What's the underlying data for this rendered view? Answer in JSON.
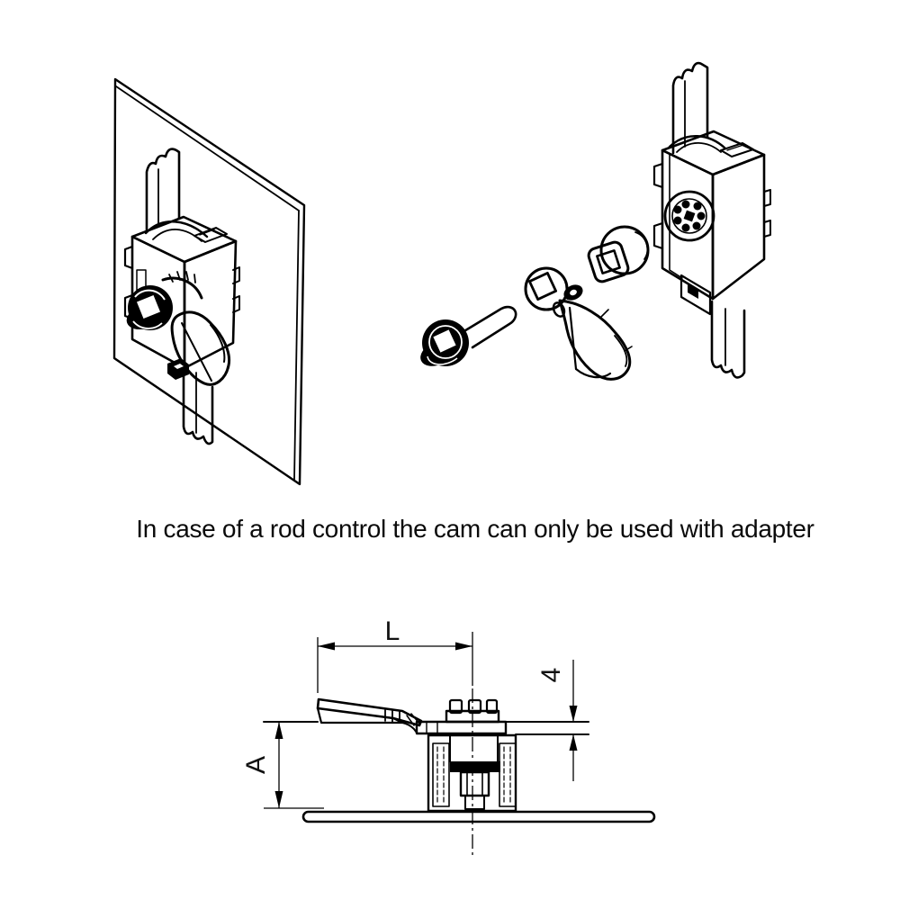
{
  "page": {
    "background_color": "#ffffff",
    "line_color": "#000000"
  },
  "caption": {
    "text": "In case of a rod control the cam can only be used with adapter"
  },
  "figures": {
    "installed_view": {
      "name": "rod-control-lock-mounted-on-panel-isometric",
      "parts": [
        "mounting-panel",
        "upper-connecting-rod",
        "lock-housing",
        "hex-flange-screw",
        "cam-lever",
        "lower-connecting-rod"
      ]
    },
    "exploded_view": {
      "name": "cam-with-adapter-exploded-isometric",
      "parts": [
        "hex-flange-screw",
        "cam-lever",
        "square-adapter",
        "rod-control-lock-housing"
      ]
    },
    "dimension_view": {
      "name": "cam-side-section-with-dimensions",
      "labels": {
        "length": "L",
        "height": "A",
        "panel_thickness": "4"
      }
    }
  }
}
